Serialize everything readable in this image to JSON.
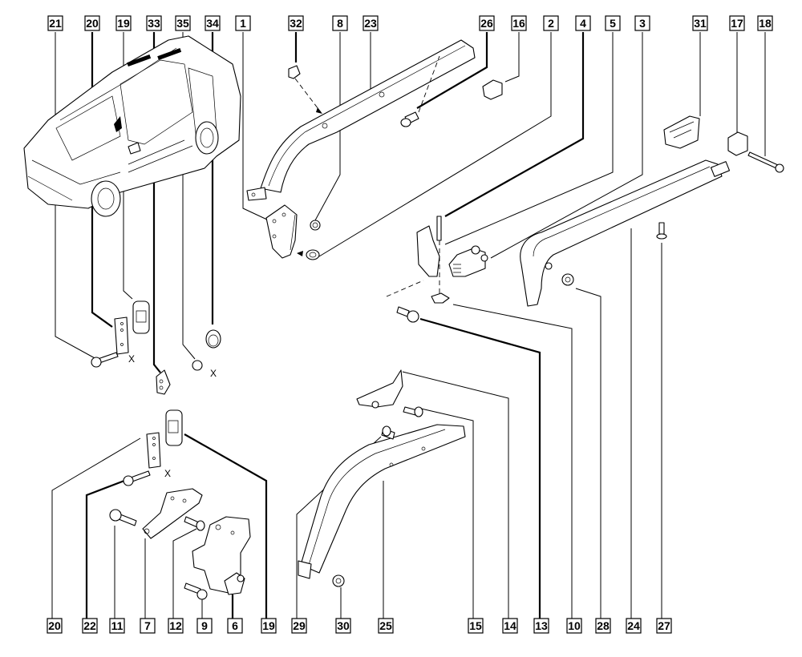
{
  "diagram": {
    "type": "exploded-parts-view",
    "subject": "Sliding side door rails, rollers and hinges",
    "colors": {
      "line": "#000000",
      "background": "#ffffff"
    },
    "top_callouts": [
      "21",
      "20",
      "19",
      "33",
      "35",
      "34",
      "1",
      "32",
      "8",
      "23",
      "26",
      "16",
      "2",
      "4",
      "5",
      "3",
      "31",
      "17",
      "18"
    ],
    "bottom_callouts": [
      "20",
      "22",
      "11",
      "7",
      "12",
      "9",
      "6",
      "19",
      "29",
      "30",
      "25",
      "15",
      "14",
      "13",
      "10",
      "28",
      "24",
      "27"
    ],
    "annotations": {
      "x_marker": "X"
    }
  }
}
